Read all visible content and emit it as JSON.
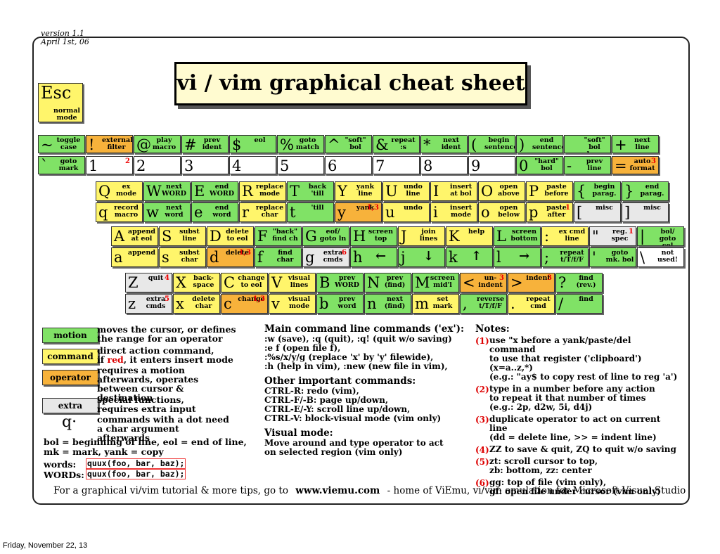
{
  "version": "version 1.1",
  "date": "April 1st, 06",
  "title": "vi / vim graphical cheat sheet",
  "esc": {
    "key": "Esc",
    "desc": "normal mode"
  },
  "row1_top": [
    {
      "k": "~",
      "d": "toggle case",
      "c": "g"
    },
    {
      "k": "!",
      "d": "external filter",
      "c": "o"
    },
    {
      "k": "@",
      "d": "play macro",
      "c": "g"
    },
    {
      "k": "#",
      "d": "prev ident",
      "c": "g"
    },
    {
      "k": "$",
      "d": "eol",
      "c": "g"
    },
    {
      "k": "%",
      "d": "goto match",
      "c": "g"
    },
    {
      "k": "^",
      "d": "\"soft\" bol",
      "c": "g"
    },
    {
      "k": "&",
      "d": "repeat :s",
      "c": "g"
    },
    {
      "k": "*",
      "d": "next ident",
      "c": "g"
    },
    {
      "k": "(",
      "d": "begin sentence",
      "c": "g"
    },
    {
      "k": ")",
      "d": "end sentence",
      "c": "g"
    },
    {
      "k": "_",
      "d": "\"soft\" bol down",
      "c": "g"
    },
    {
      "k": "+",
      "d": "next line",
      "c": "g"
    }
  ],
  "row1_bot": [
    {
      "k": "`",
      "d": "goto mark",
      "c": "g"
    },
    {
      "k": "1",
      "d": "",
      "c": "w",
      "s": "2"
    },
    {
      "k": "2",
      "d": "",
      "c": "w"
    },
    {
      "k": "3",
      "d": "",
      "c": "w"
    },
    {
      "k": "4",
      "d": "",
      "c": "w"
    },
    {
      "k": "5",
      "d": "",
      "c": "w"
    },
    {
      "k": "6",
      "d": "",
      "c": "w"
    },
    {
      "k": "7",
      "d": "",
      "c": "w"
    },
    {
      "k": "8",
      "d": "",
      "c": "w"
    },
    {
      "k": "9",
      "d": "",
      "c": "w"
    },
    {
      "k": "0",
      "d": "\"hard\" bol",
      "c": "g"
    },
    {
      "k": "-",
      "d": "prev line",
      "c": "g"
    },
    {
      "k": "=",
      "d": "auto format",
      "c": "o",
      "s": "3"
    }
  ],
  "row2_top": [
    {
      "k": "Q",
      "d": "ex mode",
      "c": "y"
    },
    {
      "k": "W",
      "d": "next WORD",
      "c": "g"
    },
    {
      "k": "E",
      "d": "end WORD",
      "c": "g"
    },
    {
      "k": "R",
      "d": "replace mode",
      "c": "y"
    },
    {
      "k": "T",
      "d": "back 'till",
      "c": "g"
    },
    {
      "k": "Y",
      "d": "yank line",
      "c": "y"
    },
    {
      "k": "U",
      "d": "undo line",
      "c": "y"
    },
    {
      "k": "I",
      "d": "insert at bol",
      "c": "y"
    },
    {
      "k": "O",
      "d": "open above",
      "c": "y"
    },
    {
      "k": "P",
      "d": "paste before",
      "c": "y"
    },
    {
      "k": "{",
      "d": "begin parag.",
      "c": "g"
    },
    {
      "k": "}",
      "d": "end parag.",
      "c": "g"
    }
  ],
  "row2_bot": [
    {
      "k": "q",
      "d": "record macro",
      "c": "y"
    },
    {
      "k": "w",
      "d": "next word",
      "c": "g"
    },
    {
      "k": "e",
      "d": "end word",
      "c": "g"
    },
    {
      "k": "r",
      "d": "replace char",
      "c": "y"
    },
    {
      "k": "t",
      "d": "'till",
      "c": "g"
    },
    {
      "k": "y",
      "d": "yank",
      "c": "o",
      "s": "1,3"
    },
    {
      "k": "u",
      "d": "undo",
      "c": "y"
    },
    {
      "k": "i",
      "d": "insert mode",
      "c": "y"
    },
    {
      "k": "o",
      "d": "open below",
      "c": "y"
    },
    {
      "k": "p",
      "d": "paste after",
      "c": "y",
      "s": "1"
    },
    {
      "k": "[",
      "d": "misc",
      "c": "x"
    },
    {
      "k": "]",
      "d": "misc",
      "c": "x"
    }
  ],
  "row3_top": [
    {
      "k": "A",
      "d": "append at eol",
      "c": "y"
    },
    {
      "k": "S",
      "d": "subst line",
      "c": "y"
    },
    {
      "k": "D",
      "d": "delete to eol",
      "c": "y"
    },
    {
      "k": "F",
      "d": "\"back\" find ch",
      "c": "g"
    },
    {
      "k": "G",
      "d": "eof/ goto ln",
      "c": "g"
    },
    {
      "k": "H",
      "d": "screen top",
      "c": "g"
    },
    {
      "k": "J",
      "d": "join lines",
      "c": "y"
    },
    {
      "k": "K",
      "d": "help",
      "c": "y"
    },
    {
      "k": "L",
      "d": "screen bottom",
      "c": "g"
    },
    {
      "k": ":",
      "d": "ex cmd line",
      "c": "y"
    },
    {
      "k": "\"",
      "d": "reg. spec",
      "c": "x",
      "s": "1"
    },
    {
      "k": "|",
      "d": "bol/ goto col",
      "c": "g"
    }
  ],
  "row3_bot": [
    {
      "k": "a",
      "d": "append",
      "c": "y"
    },
    {
      "k": "s",
      "d": "subst char",
      "c": "y"
    },
    {
      "k": "d",
      "d": "delete",
      "c": "o",
      "s": "1,3"
    },
    {
      "k": "f",
      "d": "find char",
      "c": "g"
    },
    {
      "k": "g",
      "d": "extra cmds",
      "c": "x",
      "s": "6"
    },
    {
      "k": "h",
      "d": "←",
      "c": "g"
    },
    {
      "k": "j",
      "d": "↓",
      "c": "g"
    },
    {
      "k": "k",
      "d": "↑",
      "c": "g"
    },
    {
      "k": "l",
      "d": "→",
      "c": "g"
    },
    {
      "k": ";",
      "d": "repeat t/T/f/F",
      "c": "g"
    },
    {
      "k": "'",
      "d": "goto mk. bol",
      "c": "g"
    },
    {
      "k": "\\",
      "d": "not used!",
      "c": "w"
    }
  ],
  "row4_top": [
    {
      "k": "Z",
      "d": "quit",
      "c": "x",
      "s": "4"
    },
    {
      "k": "X",
      "d": "back- space",
      "c": "y"
    },
    {
      "k": "C",
      "d": "change to eol",
      "c": "y"
    },
    {
      "k": "V",
      "d": "visual lines",
      "c": "y"
    },
    {
      "k": "B",
      "d": "prev WORD",
      "c": "g"
    },
    {
      "k": "N",
      "d": "prev (find)",
      "c": "g"
    },
    {
      "k": "M",
      "d": "screen mid'l",
      "c": "g"
    },
    {
      "k": "<",
      "d": "un- indent",
      "c": "o",
      "s": "3"
    },
    {
      "k": ">",
      "d": "indent",
      "c": "o",
      "s": "3"
    },
    {
      "k": "?",
      "d": "find (rev.)",
      "c": "g"
    }
  ],
  "row4_bot": [
    {
      "k": "z",
      "d": "extra cmds",
      "c": "x",
      "s": "5"
    },
    {
      "k": "x",
      "d": "delete char",
      "c": "y"
    },
    {
      "k": "c",
      "d": "change",
      "c": "o",
      "s": "1,3"
    },
    {
      "k": "v",
      "d": "visual mode",
      "c": "y"
    },
    {
      "k": "b",
      "d": "prev word",
      "c": "g"
    },
    {
      "k": "n",
      "d": "next (find)",
      "c": "g"
    },
    {
      "k": "m",
      "d": "set mark",
      "c": "y"
    },
    {
      "k": ",",
      "d": "reverse t/T/f/F",
      "c": "g"
    },
    {
      "k": ".",
      "d": "repeat cmd",
      "c": "y"
    },
    {
      "k": "/",
      "d": "find",
      "c": "g"
    }
  ],
  "legend": {
    "motion": {
      "label": "motion",
      "text": "moves the cursor, or defines the range for an operator"
    },
    "command": {
      "label": "command",
      "text1": "direct action command,",
      "text2a": "if ",
      "text2b": "red",
      "text2c": ", it enters insert mode"
    },
    "operator": {
      "label": "operator",
      "text": "requires a motion afterwards, operates between cursor & destination"
    },
    "extra": {
      "label": "extra",
      "text": "special functions, requires extra input"
    },
    "dot": {
      "key": "q·",
      "text": "commands with a dot need a char argument afterwards"
    },
    "abbr1": "bol = beginning of line, eol = end of line,",
    "abbr2": "mk = mark, yank = copy",
    "words_label": "words:",
    "words_val": "quux(foo, bar, baz);",
    "WORDS_label": "WORDs:",
    "WORDS_val": "quux(foo, bar, baz);"
  },
  "main_cmds": {
    "h": "Main command line commands ('ex'):",
    "lines": [
      ":w (save), :q (quit), :q! (quit w/o saving)",
      ":e f (open file f),",
      ":%s/x/y/g (replace 'x' by 'y' filewide),",
      ":h (help in vim), :new (new file in vim),"
    ],
    "h2": "Other important commands:",
    "lines2": [
      "CTRL-R: redo (vim),",
      "CTRL-F/-B: page up/down,",
      "CTRL-E/-Y: scroll line up/down,",
      "CTRL-V: block-visual mode (vim only)"
    ],
    "h3": "Visual mode:",
    "lines3": [
      "Move around and type operator to act",
      "on selected region (vim only)"
    ]
  },
  "notes": {
    "h": "Notes:",
    "items": [
      {
        "n": "(1)",
        "t": [
          "use \"x before a yank/paste/del command",
          "to use that register ('clipboard') (x=a..z,*)",
          "(e.g.: \"ay$ to copy rest of line to reg 'a')"
        ]
      },
      {
        "n": "(2)",
        "t": [
          "type in a number before any action",
          "to repeat it that number of times",
          "(e.g.: 2p, d2w, 5i, d4j)"
        ]
      },
      {
        "n": "(3)",
        "t": [
          "duplicate operator to act on current line",
          "(dd = delete line, >> = indent line)"
        ]
      },
      {
        "n": "(4)",
        "t": [
          "ZZ to save & quit, ZQ to quit w/o saving"
        ]
      },
      {
        "n": "(5)",
        "t": [
          "zt: scroll cursor to top,",
          "zb: bottom, zz: center"
        ]
      },
      {
        "n": "(6)",
        "t": [
          "gg: top of file (vim only),",
          "gf: open file under cursor (vim only)"
        ]
      }
    ]
  },
  "footer": {
    "a": "For a graphical vi/vim tutorial & more tips, go to",
    "b": "www.viemu.com",
    "c": "- home of ViEmu, vi/vim emulation for Microsoft Visual Studio"
  },
  "caption": "Friday, November 22, 13"
}
